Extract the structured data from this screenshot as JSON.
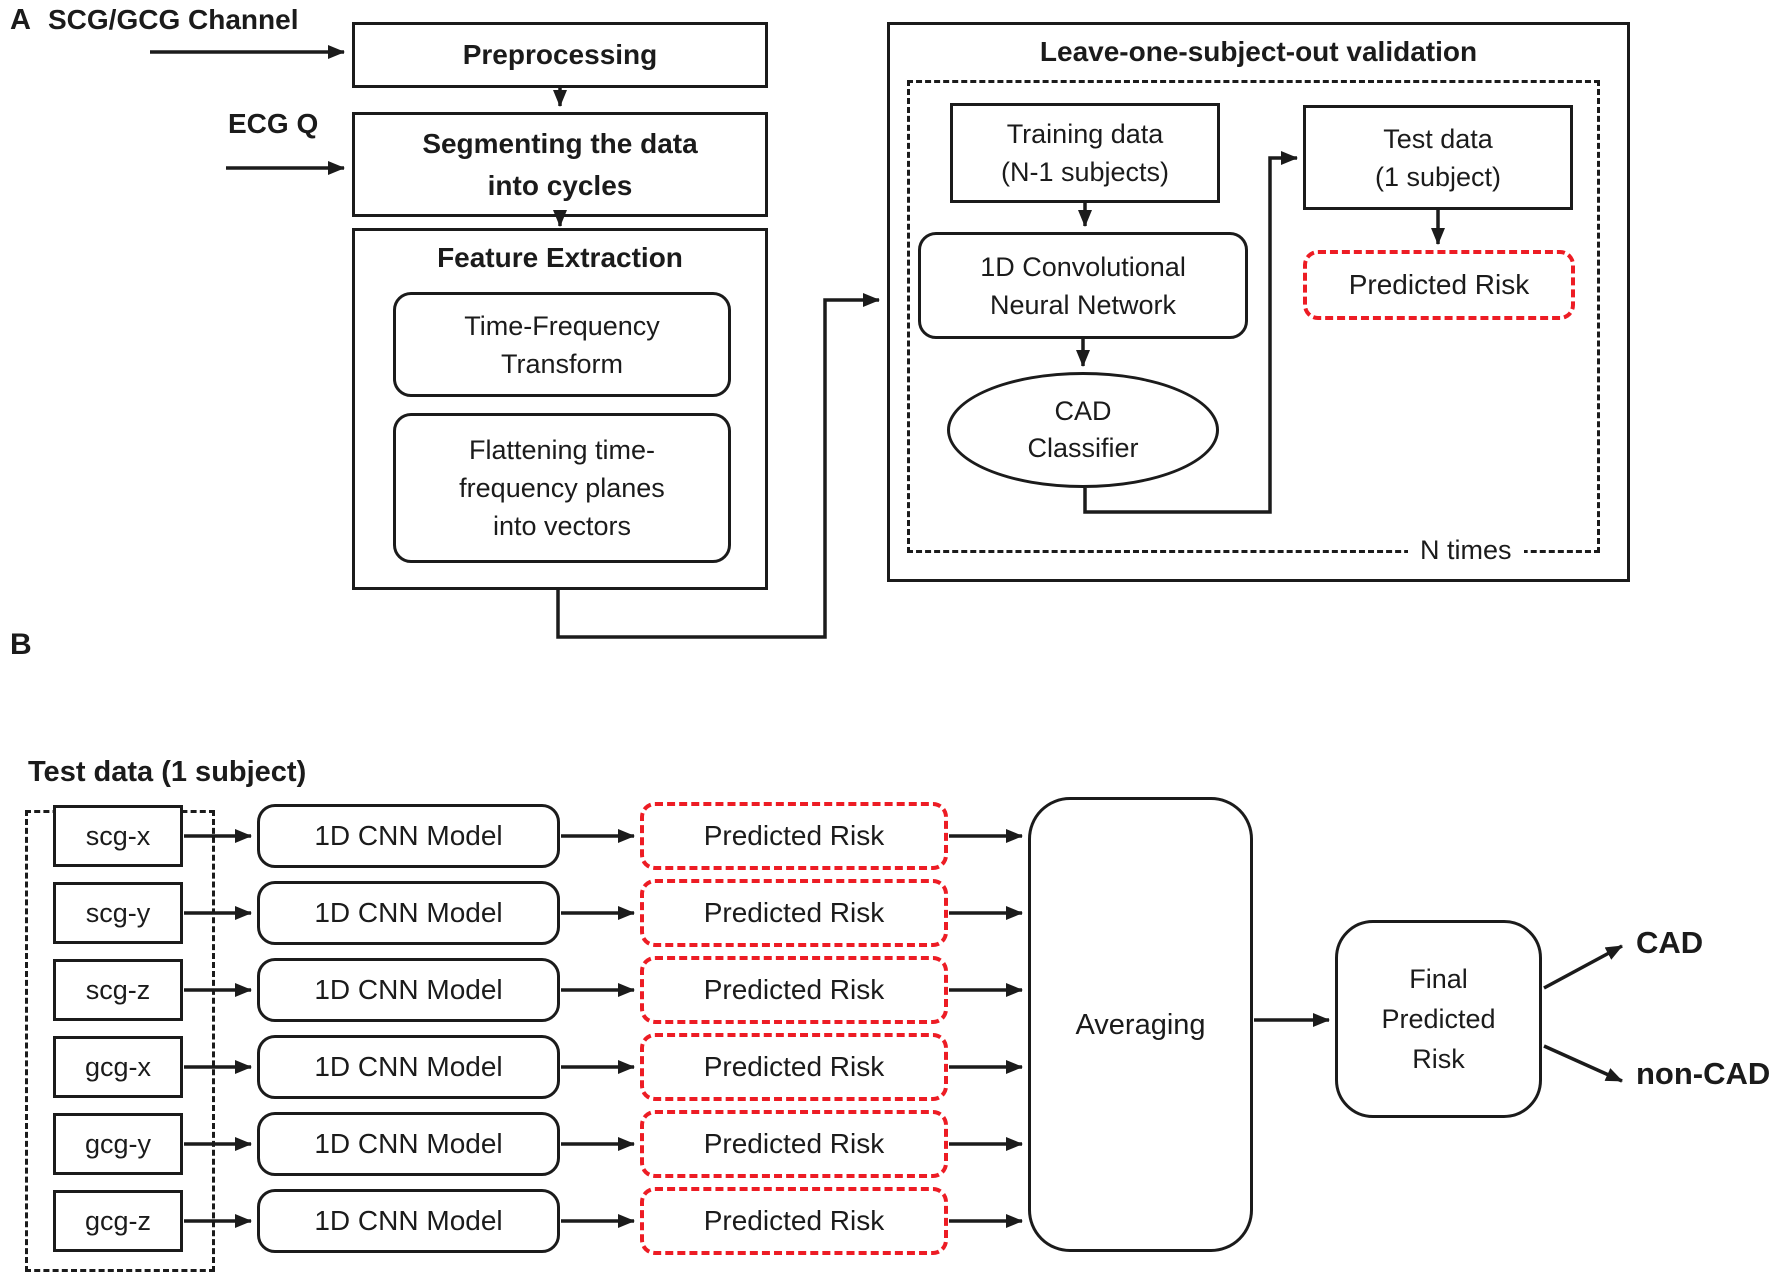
{
  "colors": {
    "line": "#1b1b1b",
    "red": "#ed1c24"
  },
  "panelA": {
    "label": "A",
    "input_channel": "SCG/GCG Channel",
    "input_ecg": "ECG Q",
    "preprocessing": "Preprocessing",
    "segmenting_line1": "Segmenting the data",
    "segmenting_line2": "into cycles",
    "feature_title": "Feature Extraction",
    "tf_line1": "Time-Frequency",
    "tf_line2": "Transform",
    "flatten_line1": "Flattening time-",
    "flatten_line2": "frequency planes",
    "flatten_line3": "into vectors",
    "validation": {
      "title": "Leave-one-subject-out validation",
      "training_line1": "Training data",
      "training_line2": "(N-1 subjects)",
      "cnn_line1": "1D Convolutional",
      "cnn_line2": "Neural Network",
      "classifier_line1": "CAD",
      "classifier_line2": "Classifier",
      "test_line1": "Test data",
      "test_line2": "(1 subject)",
      "predicted_risk": "Predicted Risk",
      "n_times": "N times"
    }
  },
  "panelB": {
    "label": "B",
    "heading": "Test data (1 subject)",
    "rows": [
      {
        "input": "scg-x",
        "model": "1D CNN Model",
        "output": "Predicted Risk"
      },
      {
        "input": "scg-y",
        "model": "1D CNN Model",
        "output": "Predicted Risk"
      },
      {
        "input": "scg-z",
        "model": "1D CNN Model",
        "output": "Predicted Risk"
      },
      {
        "input": "gcg-x",
        "model": "1D CNN Model",
        "output": "Predicted Risk"
      },
      {
        "input": "gcg-y",
        "model": "1D CNN Model",
        "output": "Predicted Risk"
      },
      {
        "input": "gcg-z",
        "model": "1D CNN Model",
        "output": "Predicted Risk"
      }
    ],
    "averaging": "Averaging",
    "final_line1": "Final",
    "final_line2": "Predicted",
    "final_line3": "Risk",
    "class_cad": "CAD",
    "class_noncad": "non-CAD"
  }
}
